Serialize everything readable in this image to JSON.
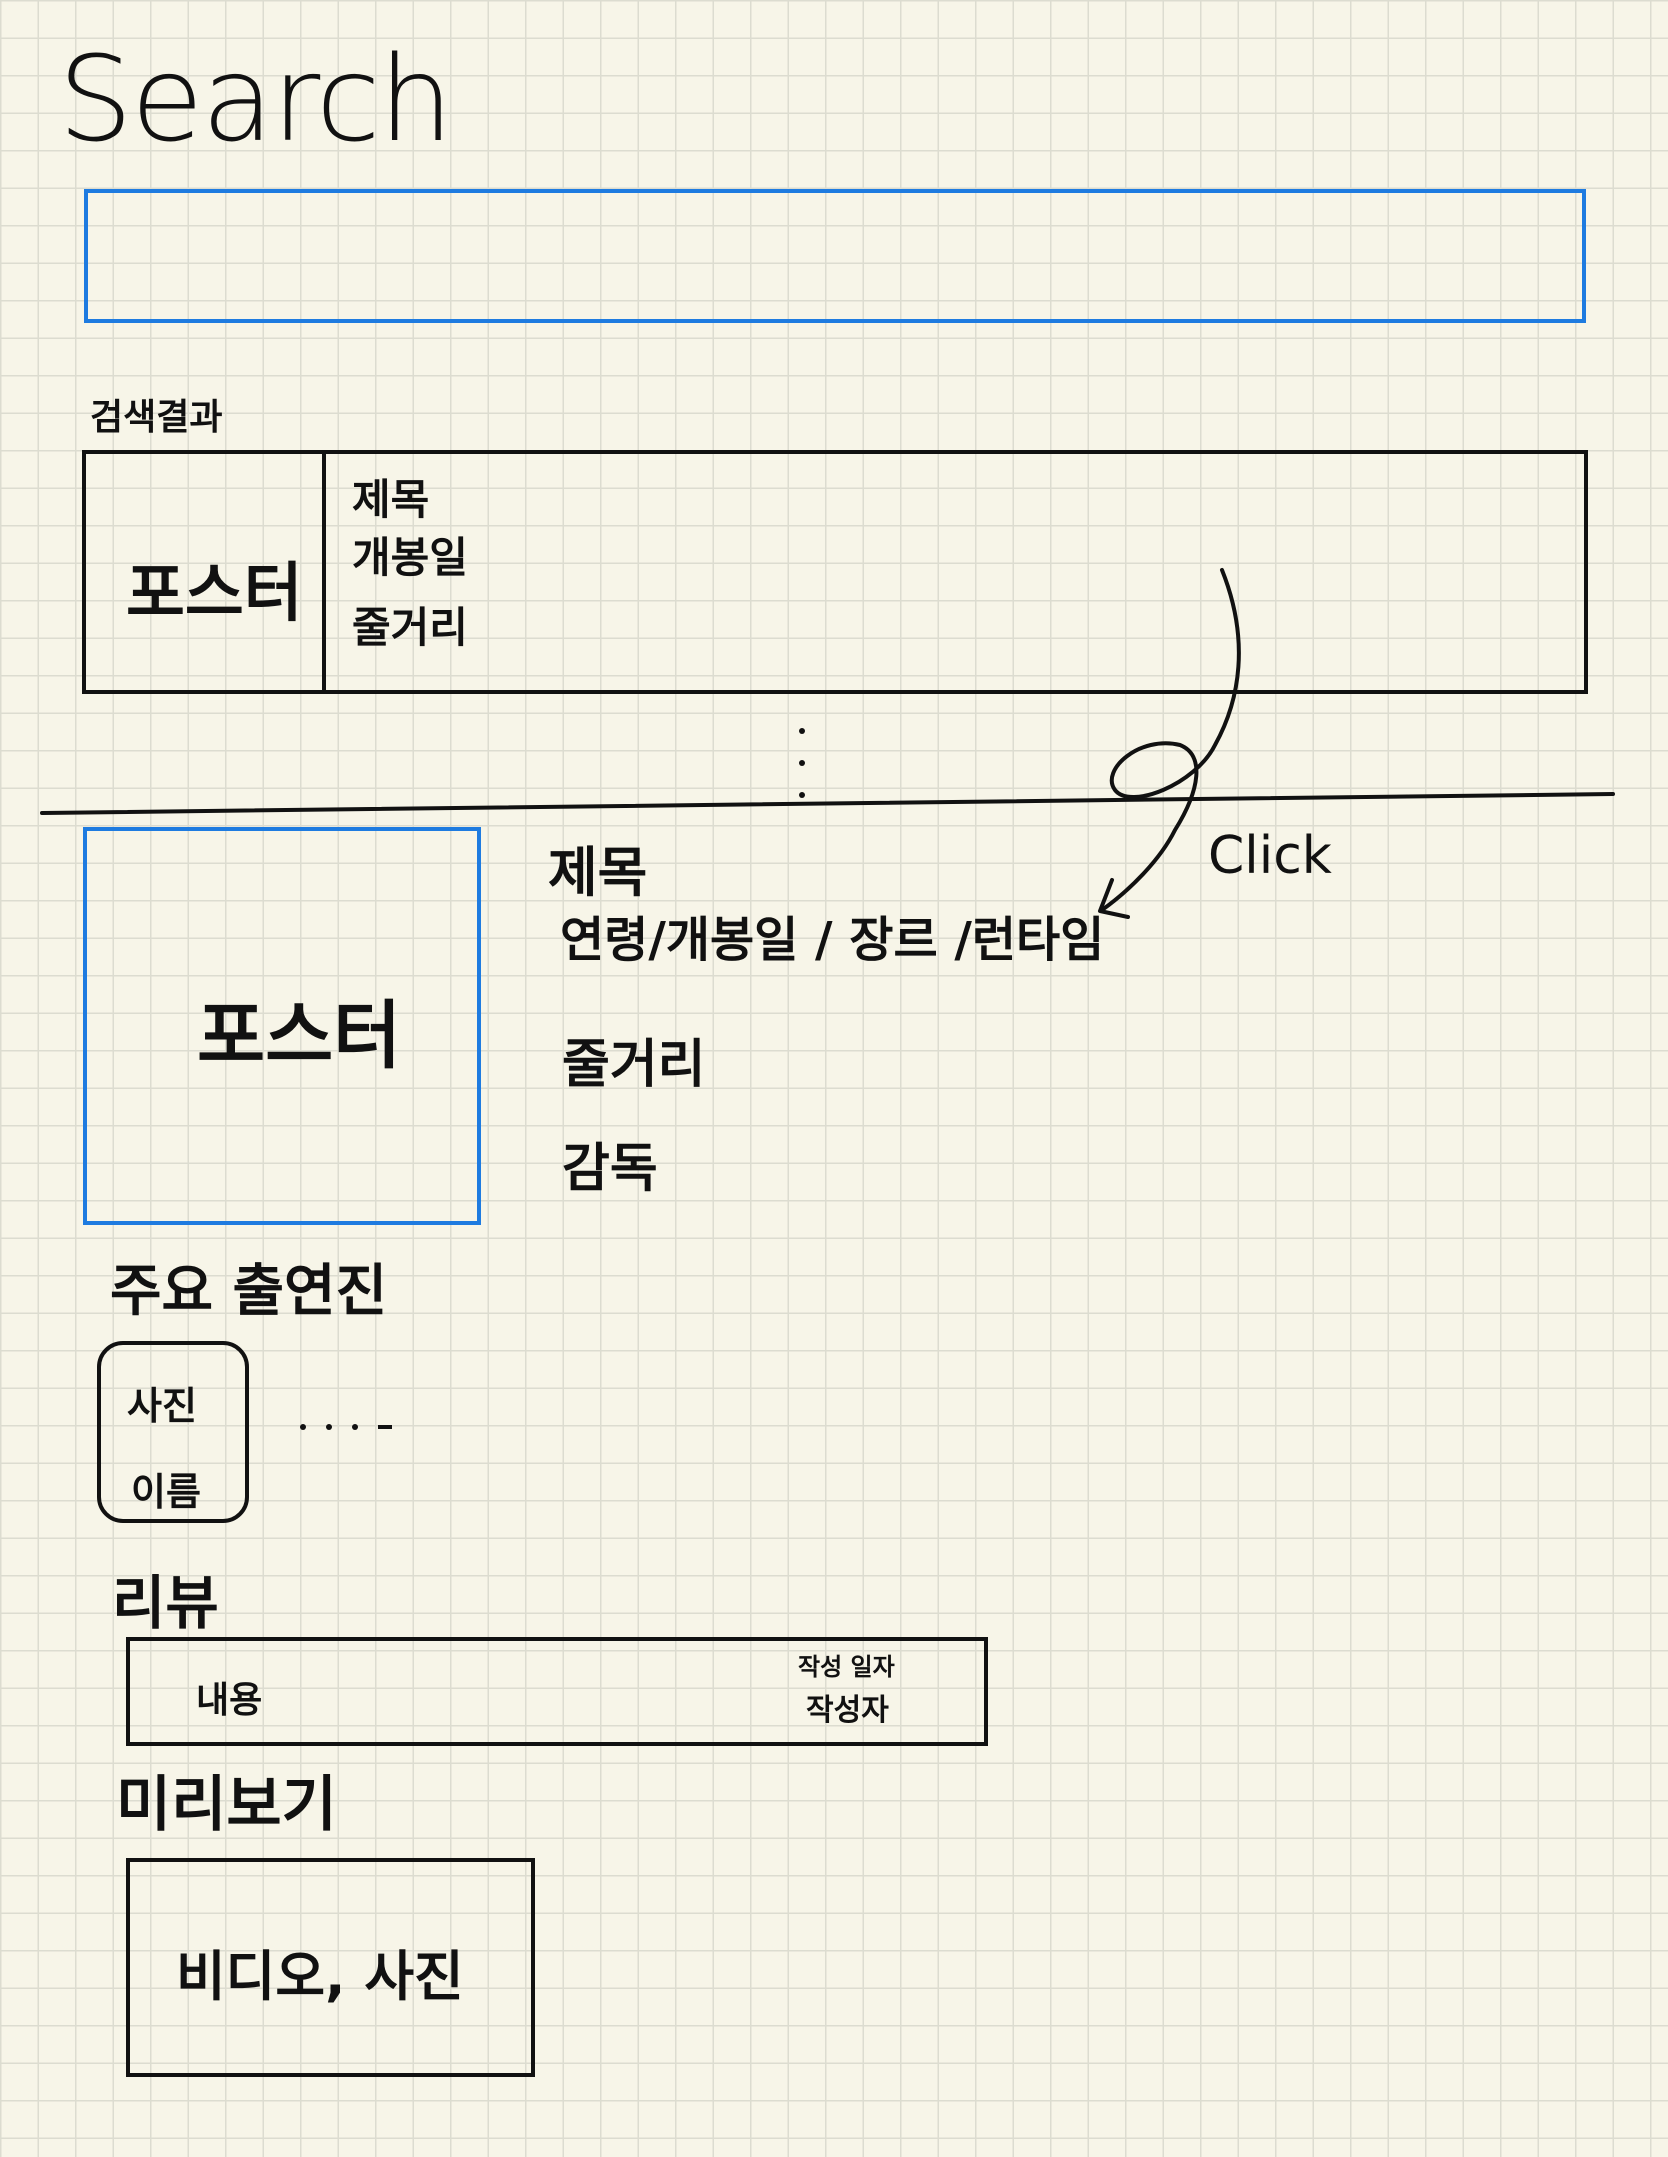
{
  "header": {
    "title": "Search",
    "search_placeholder": ""
  },
  "results": {
    "label": "검색결과",
    "items": [
      {
        "poster": "포스터",
        "title": "제목",
        "release_date": "개봉일",
        "plot": "줄거리"
      }
    ],
    "more_indicator": "⋮"
  },
  "annotation": {
    "click_label": "Click"
  },
  "detail": {
    "poster": "포스터",
    "title": "제목",
    "meta": "연령/개봉일 / 장르 /런타임",
    "plot": "줄거리",
    "director": "감독"
  },
  "cast": {
    "heading": "주요 출연진",
    "items": [
      {
        "photo": "사진",
        "name": "이름"
      }
    ]
  },
  "reviews": {
    "heading": "리뷰",
    "items": [
      {
        "content": "내용",
        "date": "작성 일자",
        "author": "작성자"
      }
    ]
  },
  "preview": {
    "heading": "미리보기",
    "content": "비디오, 사진"
  },
  "colors": {
    "accent": "#1e7be0",
    "ink": "#111111",
    "paper": "#f7f5e8",
    "grid": "#dcdcd0"
  }
}
